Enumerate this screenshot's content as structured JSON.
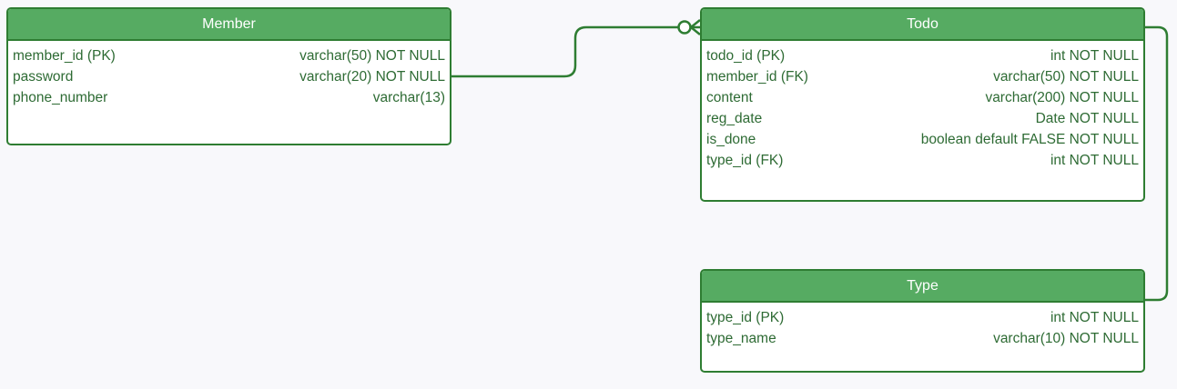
{
  "colors": {
    "header_fill": "#56ab62",
    "border": "#2e7d32",
    "text": "#2e6b34",
    "background": "#f8f8fb"
  },
  "entities": {
    "member": {
      "title": "Member",
      "attributes": [
        {
          "name": "member_id (PK)",
          "type": "varchar(50) NOT NULL"
        },
        {
          "name": "password",
          "type": "varchar(20) NOT NULL"
        },
        {
          "name": "phone_number",
          "type": "varchar(13)"
        }
      ]
    },
    "todo": {
      "title": "Todo",
      "attributes": [
        {
          "name": "todo_id (PK)",
          "type": "int NOT NULL"
        },
        {
          "name": "member_id (FK)",
          "type": "varchar(50) NOT NULL"
        },
        {
          "name": "content",
          "type": "varchar(200) NOT NULL"
        },
        {
          "name": "reg_date",
          "type": "Date NOT NULL"
        },
        {
          "name": "is_done",
          "type": "boolean default FALSE NOT NULL"
        },
        {
          "name": "type_id (FK)",
          "type": "int NOT NULL"
        }
      ]
    },
    "type": {
      "title": "Type",
      "attributes": [
        {
          "name": "type_id (PK)",
          "type": "int NOT NULL"
        },
        {
          "name": "type_name",
          "type": "varchar(10) NOT NULL"
        }
      ]
    }
  },
  "relationships": [
    {
      "from": "Member.password",
      "to": "Todo",
      "cardinality": "one-to-zero-or-many"
    },
    {
      "from": "Todo",
      "to": "Type",
      "cardinality": "one-to-one"
    }
  ]
}
